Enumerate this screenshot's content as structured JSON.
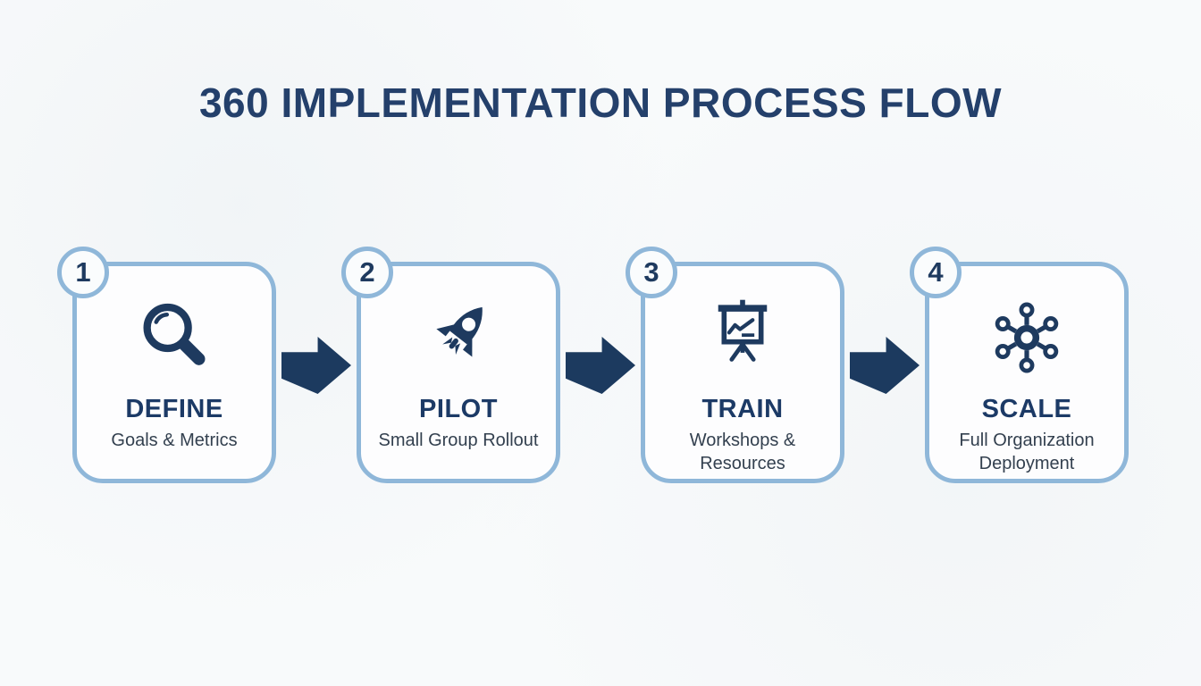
{
  "title": "360 IMPLEMENTATION PROCESS FLOW",
  "steps": [
    {
      "number": "1",
      "name": "DEFINE",
      "subtitle": "Goals & Metrics",
      "icon": "magnifier-icon"
    },
    {
      "number": "2",
      "name": "PILOT",
      "subtitle": "Small Group Rollout",
      "icon": "rocket-icon"
    },
    {
      "number": "3",
      "name": "TRAIN",
      "subtitle": "Workshops & Resources",
      "icon": "presentation-board-icon"
    },
    {
      "number": "4",
      "name": "SCALE",
      "subtitle": "Full Organization Deployment",
      "icon": "network-hub-icon"
    }
  ],
  "colors": {
    "navy": "#1e3a5f",
    "title_navy": "#24406b",
    "light_blue_border": "#8fb7d9",
    "subtitle_text": "#33404f",
    "background": "#f8fafb",
    "box_background": "#fdfdfe"
  }
}
